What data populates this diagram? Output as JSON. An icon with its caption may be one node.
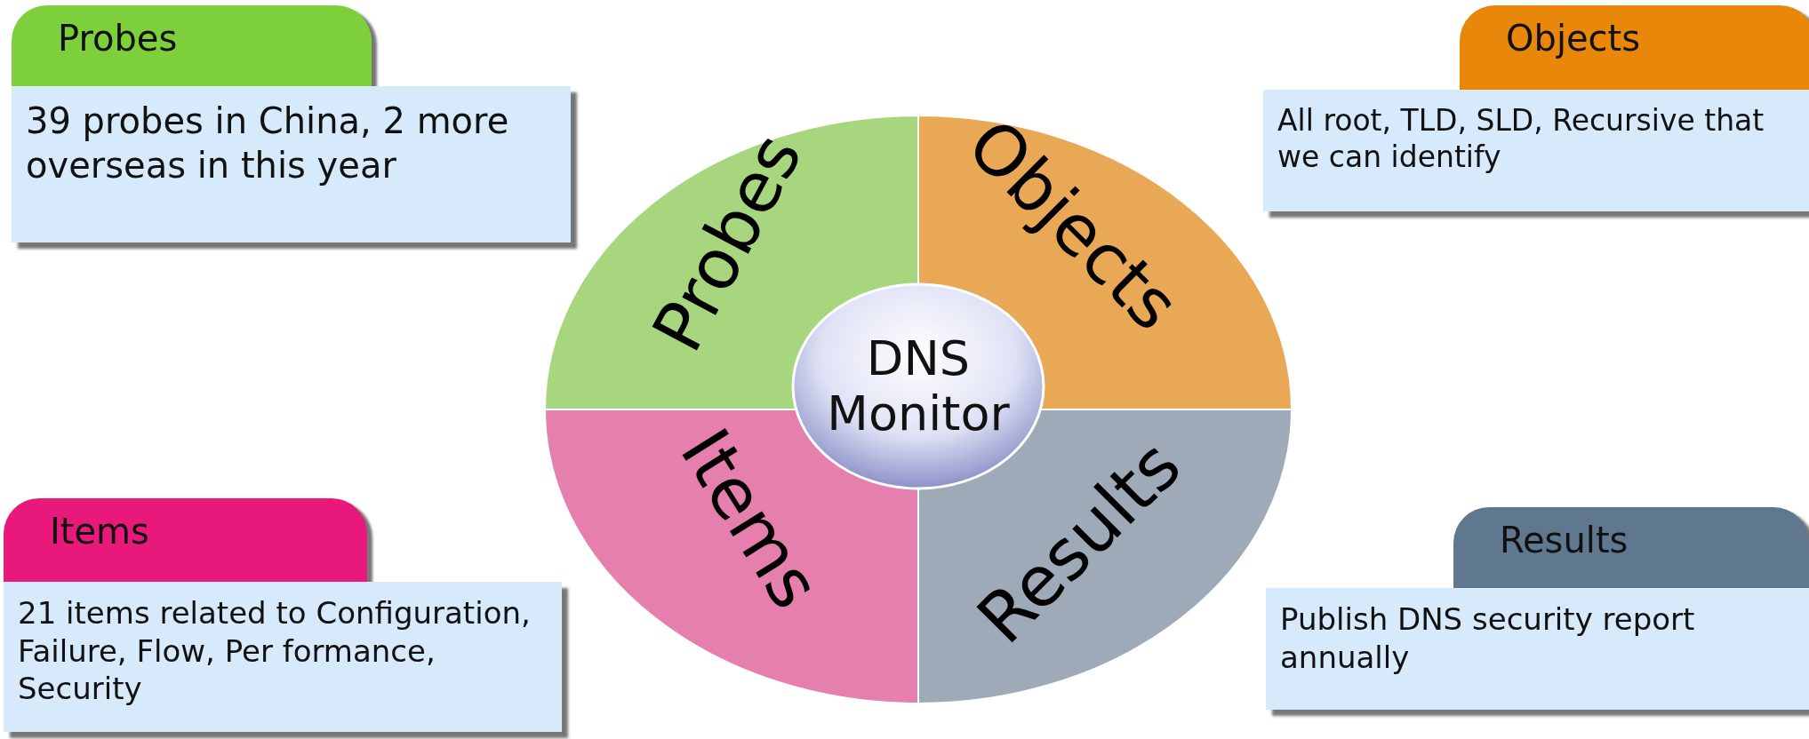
{
  "diagram": {
    "nodes": [
      {
        "text": [
          "Probes",
          "39 probes in China, 2 more overseas in this year"
        ]
      },
      {
        "text": [
          "Objects",
          "All root, TLD, SLD, Recursive that we can identify"
        ]
      },
      {
        "text": [
          "Probes"
        ]
      },
      {
        "text": [
          "Objects"
        ]
      },
      {
        "text": [
          "DNS Monitor"
        ]
      },
      {
        "text": [
          "Items"
        ]
      },
      {
        "text": [
          "Results"
        ]
      },
      {
        "text": [
          "Items",
          "21 items related to Configuration, Failure, Flow, Per formance, Security"
        ]
      },
      {
        "text": [
          "Results",
          "Publish DNS security report annually"
        ]
      }
    ]
  }
}
